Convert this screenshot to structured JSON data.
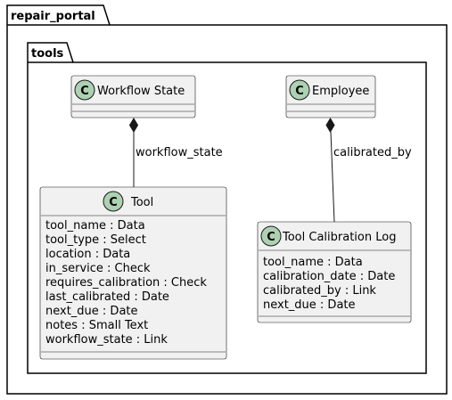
{
  "packages": {
    "outer": {
      "name": "repair_portal"
    },
    "inner": {
      "name": "tools"
    }
  },
  "stereotype_letter": "C",
  "colors": {
    "class_fill": "#f1f1f1",
    "class_border": "#181818",
    "stereotype_circle": "#add1b2",
    "package_border": "#000000",
    "edge": "#181818"
  },
  "classes": {
    "workflow_state": {
      "name": "Workflow State",
      "attributes": []
    },
    "employee": {
      "name": "Employee",
      "attributes": []
    },
    "tool": {
      "name": "Tool",
      "attributes": [
        "tool_name : Data",
        "tool_type : Select",
        "location : Data",
        "in_service : Check",
        "requires_calibration : Check",
        "last_calibrated : Date",
        "next_due : Date",
        "notes : Small Text",
        "workflow_state : Link"
      ]
    },
    "tool_calibration_log": {
      "name": "Tool Calibration Log",
      "attributes": [
        "tool_name : Data",
        "calibration_date : Date",
        "calibrated_by : Link",
        "next_due : Date"
      ]
    }
  },
  "relations": {
    "workflow_state_to_tool": {
      "label": "workflow_state",
      "kind": "composition"
    },
    "employee_to_log": {
      "label": "calibrated_by",
      "kind": "composition"
    }
  }
}
